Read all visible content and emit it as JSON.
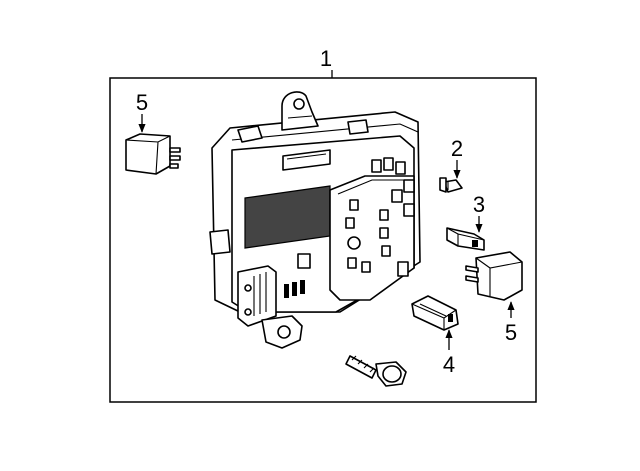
{
  "callouts": {
    "main": "1",
    "relay_top": "5",
    "fuse_small": "2",
    "fuse_mini": "3",
    "connector": "4",
    "relay_right": "5"
  },
  "parts": [
    "bcm-module",
    "relay",
    "blade-fuse",
    "mini-fuse",
    "connector",
    "relay",
    "mounting-bolt"
  ]
}
